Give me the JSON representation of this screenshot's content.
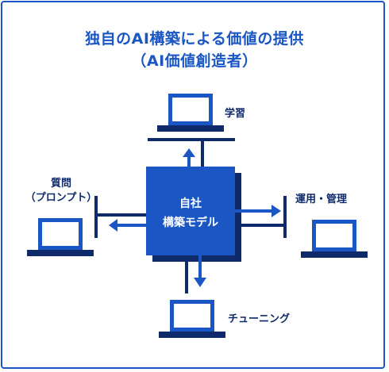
{
  "title": {
    "line1": "独自のAI構築による価値の提供",
    "line2": "（AI価値創造者）"
  },
  "center": {
    "line1": "自社",
    "line2": "構築モデル"
  },
  "nodes": {
    "top": {
      "label": "学習",
      "icon": "laptop-icon"
    },
    "left": {
      "label_line1": "質問",
      "label_line2": "（プロンプト）",
      "icon": "laptop-icon"
    },
    "right": {
      "label": "運用・管理",
      "icon": "laptop-icon"
    },
    "bottom": {
      "label": "チューニング",
      "icon": "laptop-icon"
    }
  },
  "colors": {
    "accent": "#1a56c4",
    "dark": "#0f2a6b",
    "screen": "#ffffff"
  }
}
